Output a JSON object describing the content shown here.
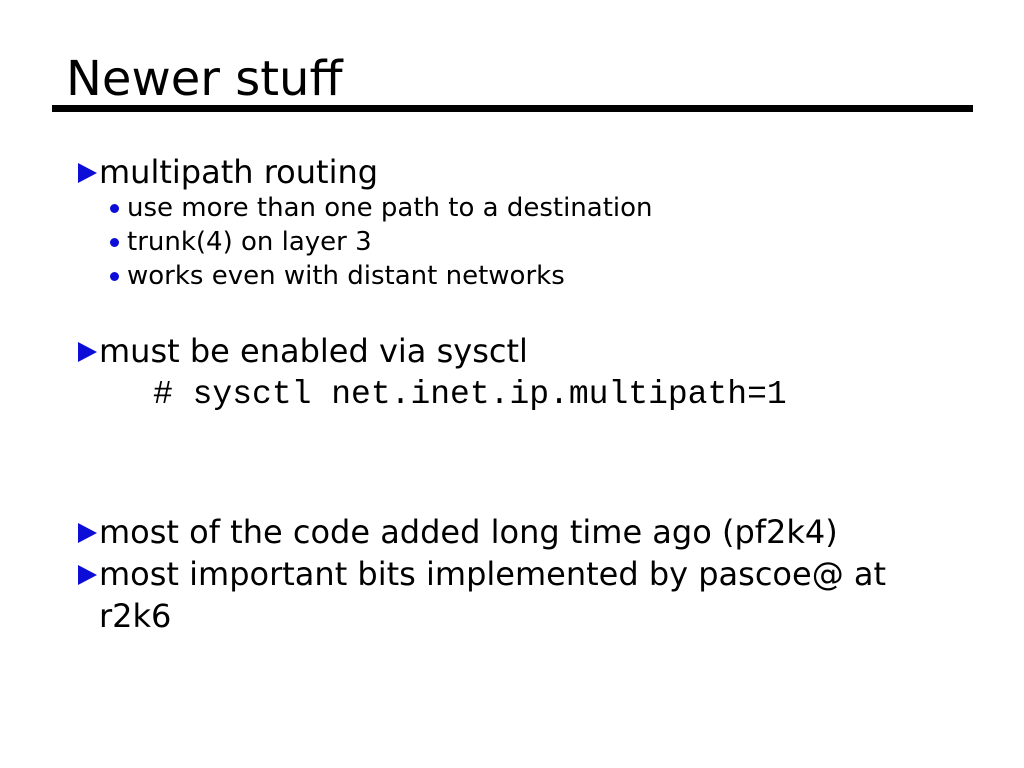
{
  "colors": {
    "background": "#ffffff",
    "text": "#000000",
    "rule": "#000000",
    "bullet_blue": "#0d0dd8"
  },
  "slide": {
    "title": "Newer stuff",
    "bullets": [
      {
        "text": "multipath routing",
        "sub": [
          "use more than one path to a destination",
          "trunk(4) on layer 3",
          "works even with distant networks"
        ]
      },
      {
        "text": "must be enabled via sysctl",
        "code": "# sysctl net.inet.ip.multipath=1"
      },
      {
        "text": "most of the code added long time ago (pf2k4)"
      },
      {
        "lines": [
          "most important bits implemented by pascoe@ at",
          "r2k6"
        ]
      }
    ]
  }
}
